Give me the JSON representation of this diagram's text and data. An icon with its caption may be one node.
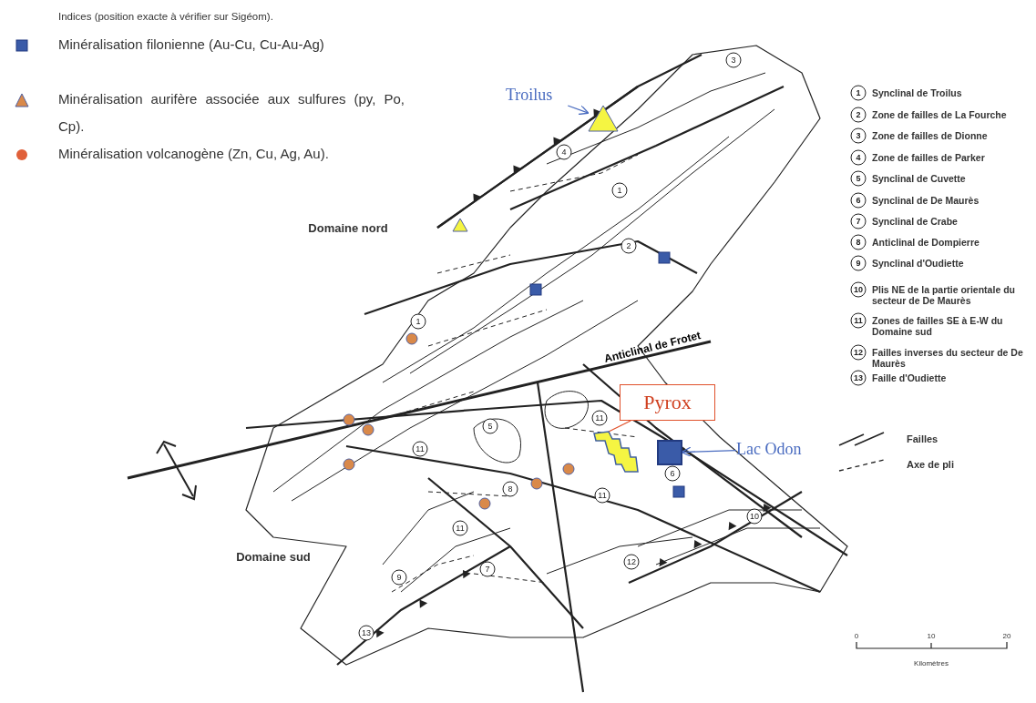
{
  "diagram": {
    "nodes": [
      {
        "text": [
          "Troilus"
        ]
      },
      {
        "text": [],
        "shape": "triangle"
      },
      {
        "text": [
          "Lac Odon"
        ]
      },
      {
        "text": [],
        "shape": "box"
      },
      {
        "text": [
          "Pyrox"
        ]
      },
      {
        "text": [],
        "shape": "polygon"
      }
    ],
    "edges": [
      {
        "from": 0,
        "to": 1,
        "arrow": "to"
      },
      {
        "from": 2,
        "to": 3,
        "arrow": "to"
      },
      {
        "from": 4,
        "to": 5,
        "arrow": "none",
        "color": "#e0502a"
      }
    ],
    "labels": [
      "Indices (position exacte à vérifier sur Sigéom).",
      "3",
      "4",
      "1",
      "Domaine nord",
      "2",
      "1",
      "Anticlinal de Frotet",
      "11",
      "5",
      "11",
      "6",
      "8",
      "11",
      "11",
      "10",
      "12",
      "Domaine sud",
      "7",
      "9",
      "13",
      "1",
      "Synclinal de Troilus",
      "2",
      "Zone de failles de La Fourche",
      "3",
      "Zone de failles de Dionne",
      "4",
      "Zone de failles de Parker",
      "5",
      "Synclinal de Cuvette",
      "6",
      "Synclinal de De Maurès",
      "7",
      "Synclinal de Crabe",
      "8",
      "Anticlinal de Dompierre",
      "9",
      "Synclinal d'Oudiette",
      "10",
      "Plis NE de la partie orientale du secteur de De Maurès",
      "11",
      "Zones de failles SE à E-W du Domaine sud",
      "12",
      "Failles inverses du secteur de De Maurès",
      "13",
      "Faille d'Oudiette",
      "0",
      "10",
      "20",
      "Kilomètres"
    ],
    "legend": [
      {
        "text": "Minéralisation filonienne (Au-Cu, Cu-Au-Ag)",
        "color": "#3a5ba8"
      },
      {
        "text": "Minéralisation aurifère associée aux sulfures (py, Po, Cp).",
        "color": "#d9894a"
      },
      {
        "text": "Minéralisation volcanogène (Zn, Cu, Ag, Au).",
        "color": "#e0603a"
      },
      {
        "text": "Failles"
      },
      {
        "text": "Axe de pli"
      }
    ]
  }
}
